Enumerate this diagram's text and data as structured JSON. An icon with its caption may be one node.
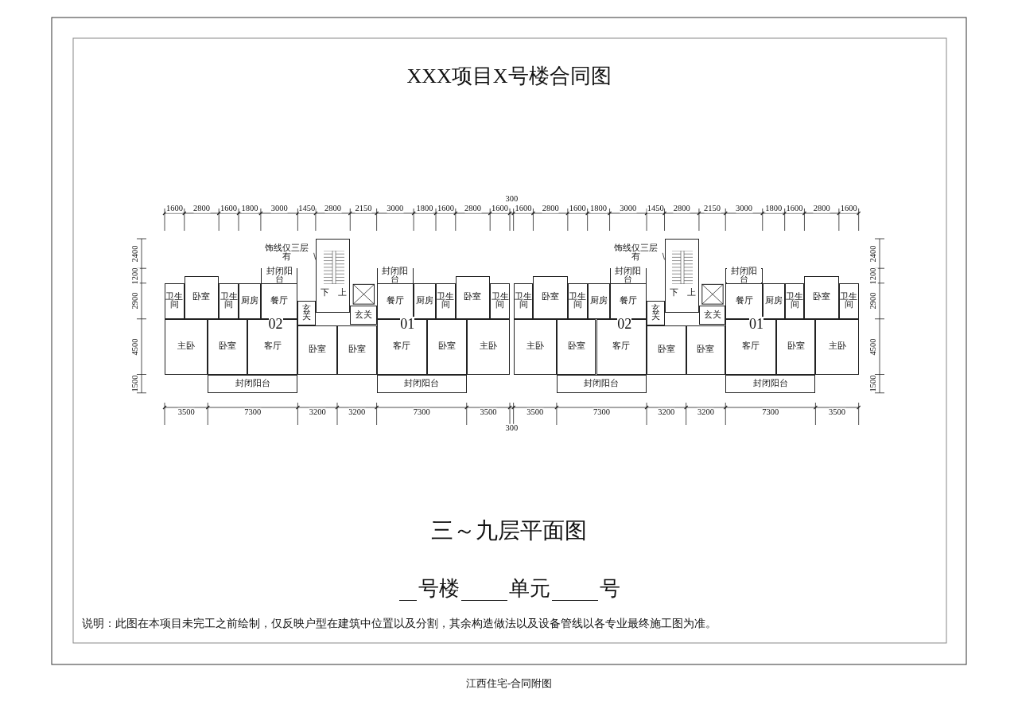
{
  "diagram": {
    "title": "XXX项目X号楼合同图",
    "caption": "江西住宅-合同附图",
    "nodes": [
      {
        "text": [
          "饰线仅三层有"
        ]
      },
      {
        "text": [
          "下",
          "上"
        ]
      },
      {
        "text": [
          "封闭阳台"
        ]
      },
      {
        "text": [
          "封闭阳台"
        ]
      },
      {
        "text": [
          "卫生间"
        ]
      },
      {
        "text": [
          "卧室"
        ]
      },
      {
        "text": [
          "卫生间"
        ]
      },
      {
        "text": [
          "厨房"
        ]
      },
      {
        "text": [
          "餐厅"
        ]
      },
      {
        "text": [
          "玄关"
        ]
      },
      {
        "text": [
          "玄关"
        ]
      },
      {
        "text": [
          "餐厅"
        ]
      },
      {
        "text": [
          "厨房"
        ]
      },
      {
        "text": [
          "卫生间"
        ]
      },
      {
        "text": [
          "卧室"
        ]
      },
      {
        "text": [
          "卫生间"
        ]
      },
      {
        "text": [
          "主卧"
        ]
      },
      {
        "text": [
          "卧室"
        ]
      },
      {
        "text": [
          "客厅"
        ]
      },
      {
        "text": [
          "卧室"
        ]
      },
      {
        "text": [
          "卧室"
        ]
      },
      {
        "text": [
          "客厅"
        ]
      },
      {
        "text": [
          "卧室"
        ]
      },
      {
        "text": [
          "主卧"
        ]
      },
      {
        "text": [
          "封闭阳台"
        ]
      },
      {
        "text": [
          "封闭阳台"
        ]
      },
      {
        "text": [
          "饰线仅三层有"
        ]
      },
      {
        "text": [
          "下",
          "上"
        ]
      },
      {
        "text": [
          "封闭阳台"
        ]
      },
      {
        "text": [
          "封闭阳台"
        ]
      },
      {
        "text": [
          "卫生间"
        ]
      },
      {
        "text": [
          "卧室"
        ]
      },
      {
        "text": [
          "卫生间"
        ]
      },
      {
        "text": [
          "厨房"
        ]
      },
      {
        "text": [
          "餐厅"
        ]
      },
      {
        "text": [
          "玄关"
        ]
      },
      {
        "text": [
          "玄关"
        ]
      },
      {
        "text": [
          "餐厅"
        ]
      },
      {
        "text": [
          "厨房"
        ]
      },
      {
        "text": [
          "卫生间"
        ]
      },
      {
        "text": [
          "卧室"
        ]
      },
      {
        "text": [
          "卫生间"
        ]
      },
      {
        "text": [
          "主卧"
        ]
      },
      {
        "text": [
          "卧室"
        ]
      },
      {
        "text": [
          "客厅"
        ]
      },
      {
        "text": [
          "卧室"
        ]
      },
      {
        "text": [
          "卧室"
        ]
      },
      {
        "text": [
          "客厅"
        ]
      },
      {
        "text": [
          "卧室"
        ]
      },
      {
        "text": [
          "主卧"
        ]
      },
      {
        "text": [
          "封闭阳台"
        ]
      },
      {
        "text": [
          "封闭阳台"
        ]
      }
    ],
    "edges": [
      {
        "from": 0,
        "to": 1,
        "arrow": "none"
      },
      {
        "from": 26,
        "to": 27,
        "arrow": "none"
      }
    ],
    "labels": [
      "300",
      "1600",
      "2800",
      "1600",
      "1800",
      "3000",
      "1450",
      "2800",
      "2150",
      "3000",
      "1800",
      "1600",
      "2800",
      "1600",
      "1600",
      "2800",
      "1600",
      "1800",
      "3000",
      "1450",
      "2800",
      "2150",
      "3000",
      "1800",
      "1600",
      "2800",
      "1600",
      "2400",
      "1200",
      "2900",
      "4500",
      "1500",
      "2400",
      "1200",
      "2900",
      "4500",
      "1500",
      "02",
      "01",
      "02",
      "01",
      "3500",
      "7300",
      "3200",
      "3200",
      "7300",
      "3500",
      "300",
      "3500",
      "7300",
      "3200",
      "3200",
      "7300",
      "3500",
      "三～九层平面图",
      "号楼",
      "单元",
      "号",
      "说明：此图在本项目未完工之前绘制，仅反映户型在建筑中位置以及分割，其余构造做法以及设备管线以各专业最终施工图为准。"
    ]
  }
}
